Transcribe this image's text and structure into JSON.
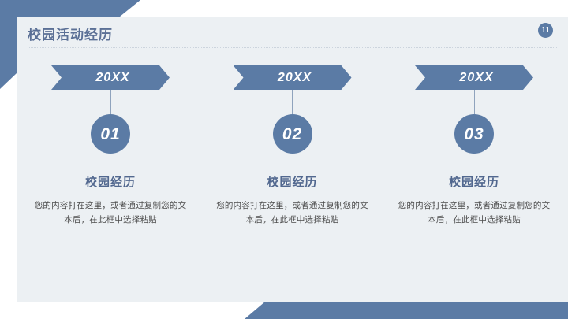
{
  "slide": {
    "title": "校园活动经历",
    "page_number": "11",
    "colors": {
      "accent": "#5b7ba5",
      "panel_bg": "#ecf0f3",
      "page_bg": "#ffffff",
      "title_text": "#5b7096",
      "heading_text": "#52688f",
      "body_text": "#4c4c4c",
      "connector": "#8fa3bd",
      "divider": "#ccd4dd"
    }
  },
  "columns": [
    {
      "year": "20XX",
      "number": "01",
      "heading": "校园经历",
      "body": "您的内容打在这里，或者通过复制您的文本后，在此框中选择粘贴"
    },
    {
      "year": "20XX",
      "number": "02",
      "heading": "校园经历",
      "body": "您的内容打在这里，或者通过复制您的文本后，在此框中选择粘贴"
    },
    {
      "year": "20XX",
      "number": "03",
      "heading": "校园经历",
      "body": "您的内容打在这里，或者通过复制您的文本后，在此框中选择粘贴"
    }
  ]
}
